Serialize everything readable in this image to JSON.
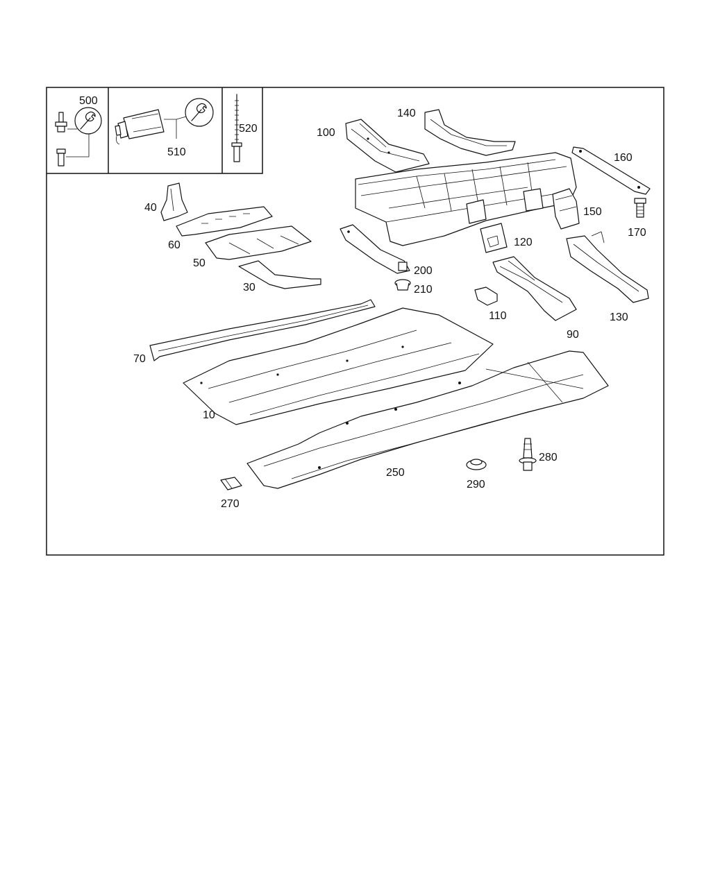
{
  "diagram": {
    "part_numbers": {
      "p10": "10",
      "p30": "30",
      "p40": "40",
      "p50": "50",
      "p60": "60",
      "p70": "70",
      "p90": "90",
      "p100": "100",
      "p110": "110",
      "p120": "120",
      "p130": "130",
      "p140": "140",
      "p150": "150",
      "p160": "160",
      "p170": "170",
      "p200": "200",
      "p210": "210",
      "p250": "250",
      "p270": "270",
      "p280": "280",
      "p290": "290",
      "p500": "500",
      "p510": "510",
      "p520": "520"
    },
    "icons": [
      "wrench-icon",
      "bolt-icon",
      "adhesive-tube-icon",
      "rivet-icon"
    ]
  }
}
